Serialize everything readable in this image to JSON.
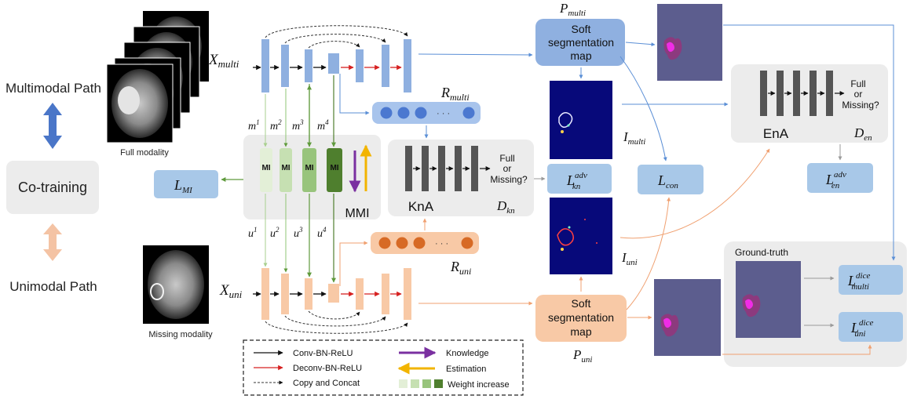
{
  "sides": {
    "multimodal_path": "Multimodal Path",
    "co_training": "Co-training",
    "unimodal_path": "Unimodal Path",
    "full_modality": "Full modality",
    "missing_modality": "Missing modality"
  },
  "symbols": {
    "x_multi_base": "X",
    "x_multi_sub": "multi",
    "x_uni_base": "X",
    "x_uni_sub": "uni",
    "r_multi_base": "R",
    "r_multi_sub": "multi",
    "r_uni_base": "R",
    "r_uni_sub": "uni",
    "p_multi_base": "P",
    "p_multi_sub": "multi",
    "p_uni_base": "P",
    "p_uni_sub": "uni",
    "i_multi_base": "I",
    "i_multi_sub": "multi",
    "i_uni_base": "I",
    "i_uni_sub": "uni",
    "d_kn_base": "D",
    "d_kn_sub": "kn",
    "d_en_base": "D",
    "d_en_sub": "en",
    "m_base": "m",
    "u_base": "u",
    "idx1": "1",
    "idx2": "2",
    "idx3": "3",
    "idx4": "4"
  },
  "blocks": {
    "soft_seg_line1": "Soft",
    "soft_seg_line2": "segmentation",
    "soft_seg_line3": "map",
    "mi": "MI",
    "mmi": "MMI",
    "kna": "KnA",
    "ena": "EnA",
    "full": "Full",
    "or": "or",
    "missing": "Missing?",
    "ground_truth": "Ground-truth",
    "dots": "· · ·"
  },
  "losses": {
    "l_mi_base": "L",
    "l_mi_sub": "MI",
    "l_kn_base": "L",
    "l_kn_sup": "adv",
    "l_kn_sub": "kn",
    "l_con_base": "L",
    "l_con_sub": "con",
    "l_en_base": "L",
    "l_en_sup": "adv",
    "l_en_sub": "en",
    "l_dm_base": "L",
    "l_dm_sup": "dice",
    "l_dm_sub": "multi",
    "l_du_base": "L",
    "l_du_sup": "dice",
    "l_du_sub": "uni"
  },
  "legend": {
    "conv": "Conv-BN-ReLU",
    "deconv": "Deconv-BN-ReLU",
    "copy": "Copy and Concat",
    "knowledge": "Knowledge",
    "estimation": "Estimation",
    "weight": "Weight increase"
  },
  "colors": {
    "blue_block": "#8fb0e0",
    "orange_block": "#f8c9a6",
    "blue_node": "#4b78d0",
    "orange_node": "#d76a25",
    "gray_panel": "#ececec",
    "loss_box": "#a8c8e8",
    "seg_bg": "#5c5d8e",
    "conv_arrow": "#111111",
    "deconv_arrow": "#d62020",
    "knowledge_arrow": "#7a30a0",
    "estimation_arrow": "#f2b400",
    "mi_w1": "#e3efd7",
    "mi_w2": "#c6e0b2",
    "mi_w3": "#98c47c",
    "mi_w4": "#4f7f2e",
    "blue_arrow": "#5b8fd6",
    "orange_arrow": "#f0a070",
    "green_arrow": "#5f9a3c",
    "purple_arrow": "#7b3da0"
  }
}
